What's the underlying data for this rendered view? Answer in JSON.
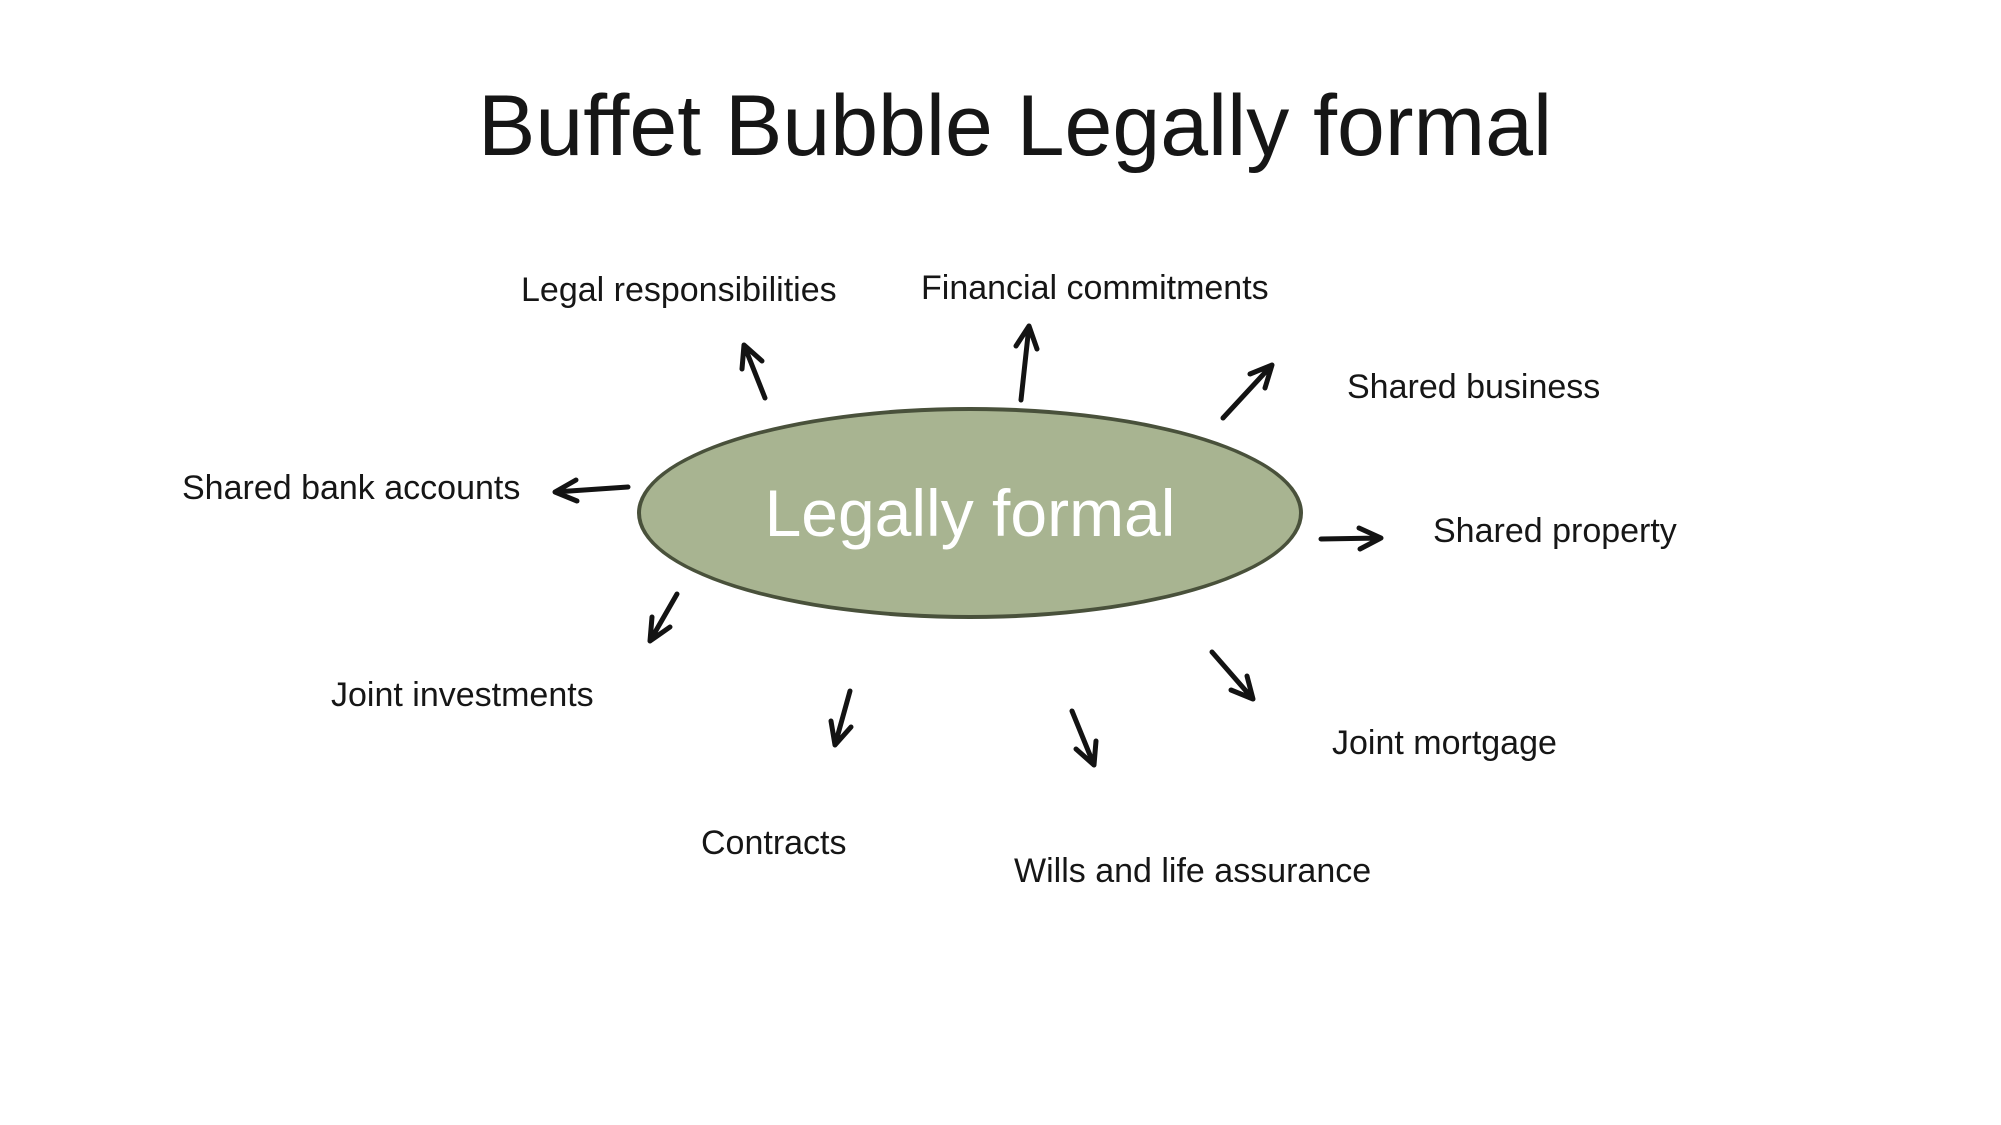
{
  "slide": {
    "title": "Buffet Bubble Legally formal",
    "background_color": "#ffffff",
    "text_color": "#161616"
  },
  "diagram": {
    "type": "radial-bubble",
    "center_bubble": {
      "label": "Legally formal",
      "fill_color": "#a8b491",
      "border_color": "#49513b",
      "label_color": "#ffffff"
    },
    "arrow_color": "#131313",
    "nodes": [
      {
        "label": "Legal responsibilities",
        "direction": "up-left"
      },
      {
        "label": "Financial commitments",
        "direction": "up"
      },
      {
        "label": "Shared business",
        "direction": "up-right"
      },
      {
        "label": "Shared property",
        "direction": "right"
      },
      {
        "label": "Joint mortgage",
        "direction": "down-right"
      },
      {
        "label": "Wills and life assurance",
        "direction": "down-right"
      },
      {
        "label": "Contracts",
        "direction": "down-left"
      },
      {
        "label": "Joint investments",
        "direction": "down-left"
      },
      {
        "label": "Shared bank accounts",
        "direction": "left"
      }
    ]
  }
}
